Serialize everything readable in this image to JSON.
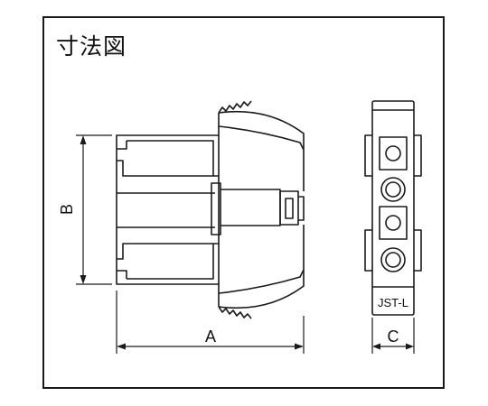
{
  "title": "寸法図",
  "dimensions": {
    "a": "A",
    "b": "B",
    "c": "C"
  },
  "part_marking": "JST-L",
  "colors": {
    "line": "#1a1a1a",
    "background": "#ffffff"
  }
}
